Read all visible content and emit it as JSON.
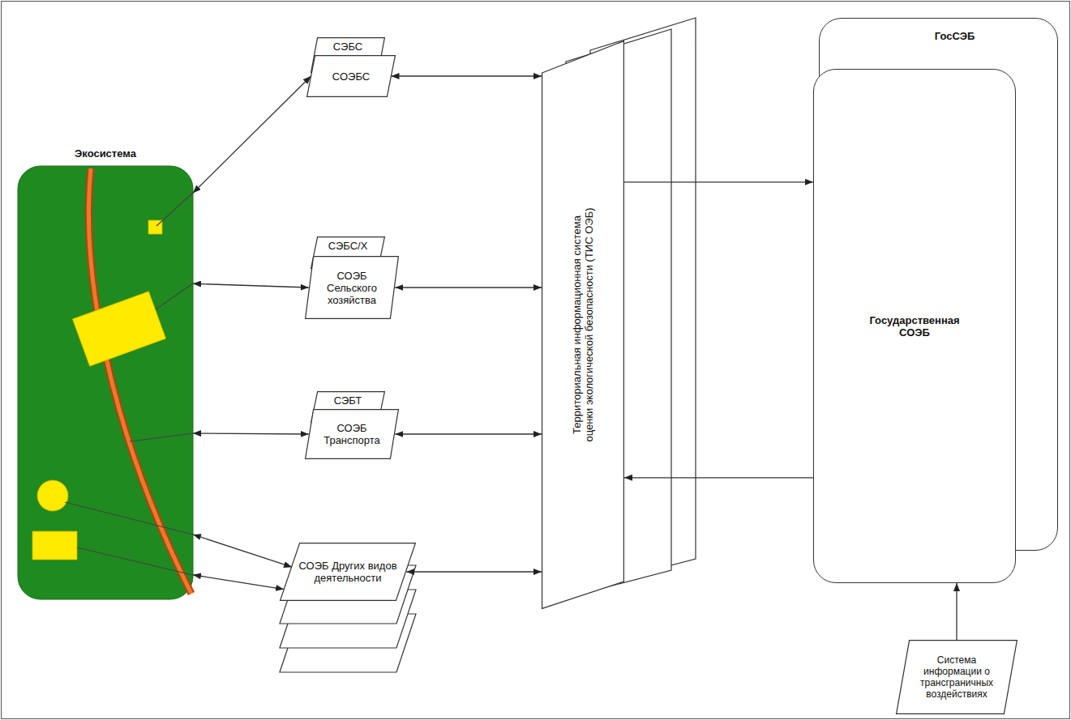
{
  "diagram": {
    "nodes": [
      {
        "text": [
          "Экосистема"
        ]
      },
      {
        "text": [
          "СЭБС"
        ]
      },
      {
        "text": [
          "СОЭБС"
        ]
      },
      {
        "text": [
          "СЭБС/Х"
        ]
      },
      {
        "text": [
          "СОЭБ Сельского хозяйства"
        ]
      },
      {
        "text": [
          "СЭБТ"
        ]
      },
      {
        "text": [
          "СОЭБ Транспорта"
        ]
      },
      {
        "text": [
          "СОЭБ Других видов деятельности"
        ]
      },
      {
        "text": [
          "Территориальная информационная система оценки экологической безопасности (ТИС ОЭБ)"
        ]
      },
      {
        "text": [
          "ГосСЭБ"
        ]
      },
      {
        "text": [
          "Государственная СОЭБ"
        ]
      },
      {
        "text": [
          "Система информации о трансграничных воздействиях"
        ]
      }
    ],
    "edges": [
      {
        "from": 0,
        "to": 2,
        "arrow": "both"
      },
      {
        "from": 2,
        "to": 8,
        "arrow": "both"
      },
      {
        "from": 0,
        "to": 4,
        "arrow": "both"
      },
      {
        "from": 4,
        "to": 8,
        "arrow": "both"
      },
      {
        "from": 0,
        "to": 6,
        "arrow": "both"
      },
      {
        "from": 6,
        "to": 8,
        "arrow": "both"
      },
      {
        "from": 0,
        "to": 7,
        "arrow": "both"
      },
      {
        "from": 0,
        "to": 7,
        "arrow": "both"
      },
      {
        "from": 7,
        "to": 8,
        "arrow": "both"
      },
      {
        "from": 8,
        "to": 10,
        "arrow": "to"
      },
      {
        "from": 10,
        "to": 8,
        "arrow": "to"
      },
      {
        "from": 11,
        "to": 10,
        "arrow": "to"
      }
    ]
  }
}
